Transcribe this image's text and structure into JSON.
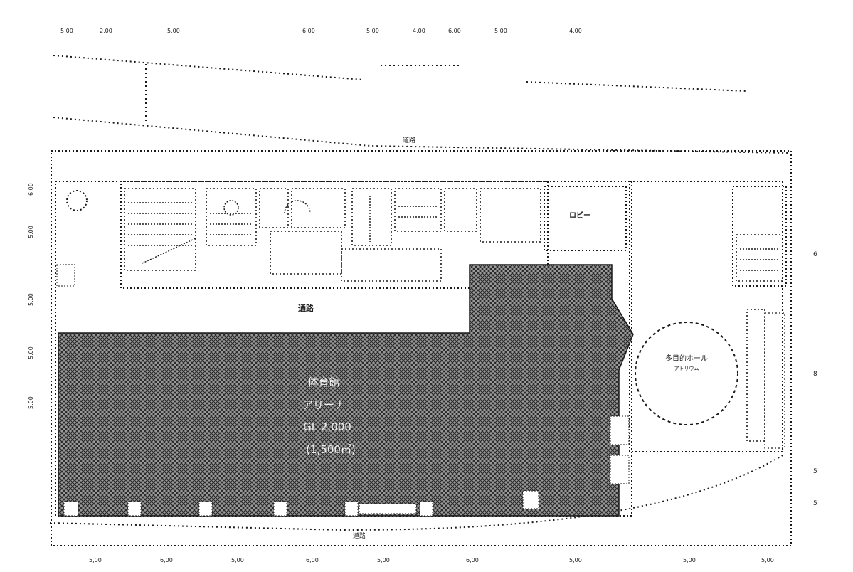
{
  "dimensions_top": [
    "5,00",
    "2,00",
    "5,00",
    "6,00",
    "5,00",
    "4,00",
    "6,00",
    "5,00",
    "4,00"
  ],
  "dimensions_bottom": [
    "5,00",
    "6,00",
    "5,00",
    "6,00",
    "5,00",
    "6,00",
    "5,00",
    "5,00",
    "5,00"
  ],
  "dimensions_left": [
    "6,00",
    "5,00",
    "5,00",
    "5,00",
    "5,00"
  ],
  "dimensions_right": [
    "6",
    "8",
    "5",
    "5"
  ],
  "labels": {
    "corridor": "通路",
    "room_right_top": "ロビー",
    "circular_hall": "多目的ホール",
    "circular_hall_sub": "アトリウム",
    "main_hall_line1": "体育館",
    "main_hall_line2": "アリーナ",
    "main_hall_line3": "GL 2,000",
    "main_hall_line4": "(1,500㎡)",
    "road_top": "道路",
    "road_bottom": "道路"
  },
  "colors": {
    "line": "#1a1a1a",
    "hatch": "#444444",
    "background": "#ffffff"
  }
}
